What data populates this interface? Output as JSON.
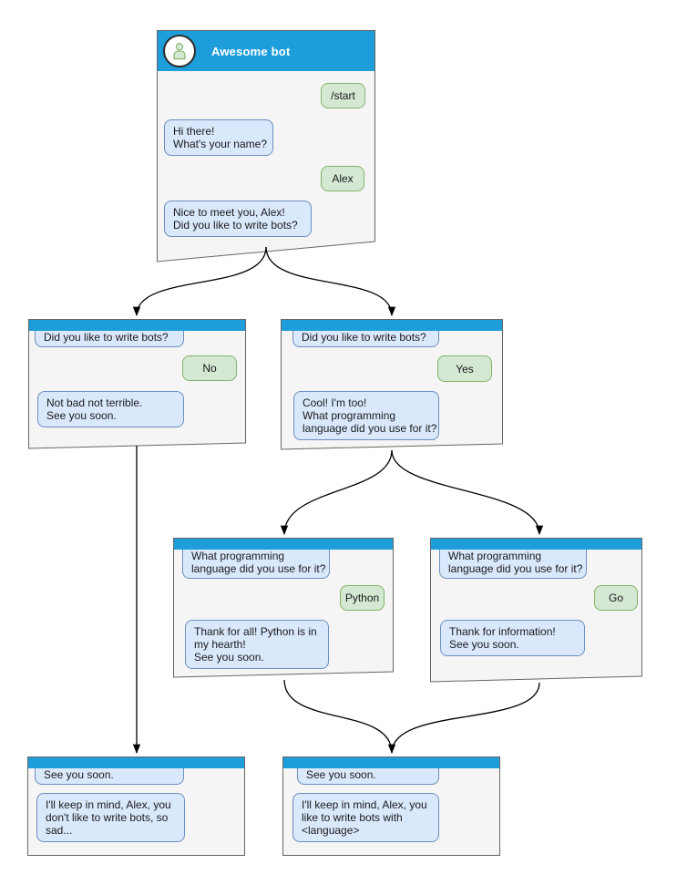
{
  "diagram_type": "telegram-bot-conversation-flow",
  "colors": {
    "header_blue": "#1E9DDB",
    "card_fill": "#F5F5F5",
    "card_border": "#666666",
    "bot_bubble_fill": "#DAE8FC",
    "bot_bubble_border": "#6C8EBF",
    "user_bubble_fill": "#D5E8D4",
    "user_bubble_border": "#82B366",
    "connector": "#000000"
  },
  "root": {
    "title": "Awesome bot",
    "avatar": "person-icon",
    "messages": {
      "start_command": "/start",
      "greeting": "Hi there!\nWhat's your name?",
      "name_reply": "Alex",
      "meet": "Nice to meet you, Alex!\nDid you like to write bots?"
    }
  },
  "no_branch": {
    "question": "Did you like to write bots?",
    "answer": "No",
    "reply": "Not bad not terrible.\nSee you soon."
  },
  "yes_branch": {
    "question": "Did you like to write bots?",
    "answer": "Yes",
    "reply": "Cool! I'm too!\nWhat programming\nlanguage did you use for it?"
  },
  "python_branch": {
    "question": "What programming\nlanguage did you use for it?",
    "answer": "Python",
    "reply": "Thank for all! Python is in\nmy hearth!\nSee you soon."
  },
  "go_branch": {
    "question": "What programming\nlanguage did you use for it?",
    "answer": "Go",
    "reply": "Thank for information!\nSee you soon."
  },
  "end_no": {
    "question": "See you soon.",
    "reply": "I'll keep in mind, Alex, you\ndon't like to write bots, so\nsad..."
  },
  "end_yes": {
    "question": "See you soon.",
    "reply": "I'll keep in mind, Alex, you\nlike to write bots with\n<language>"
  },
  "connectors": [
    {
      "from": "awesome-bot",
      "to": "no-branch"
    },
    {
      "from": "awesome-bot",
      "to": "yes-branch"
    },
    {
      "from": "no-branch",
      "to": "end-no"
    },
    {
      "from": "yes-branch",
      "to": "python-branch"
    },
    {
      "from": "yes-branch",
      "to": "go-branch"
    },
    {
      "from": "python-branch",
      "to": "end-yes"
    },
    {
      "from": "go-branch",
      "to": "end-yes"
    }
  ]
}
